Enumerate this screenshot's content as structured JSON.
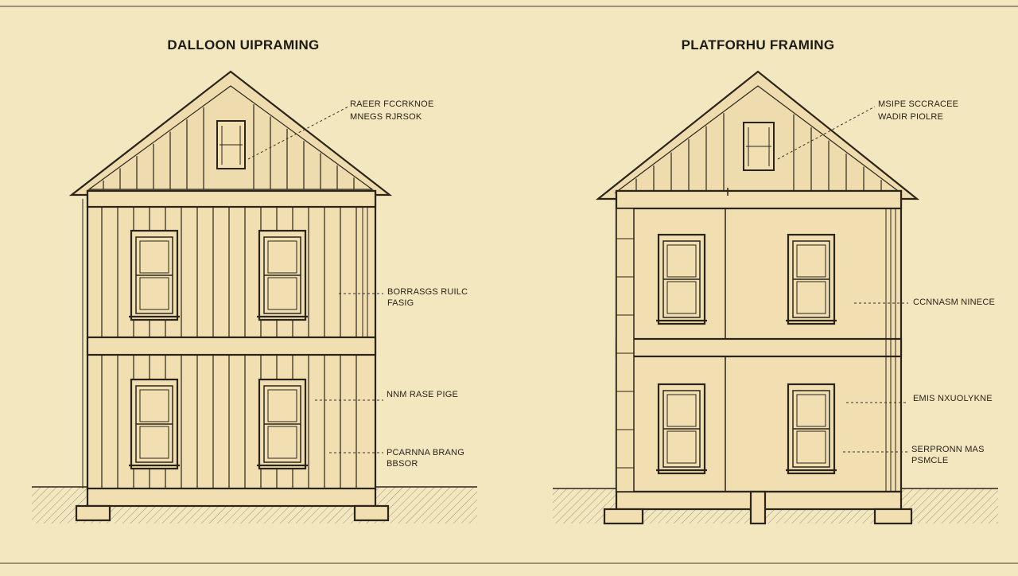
{
  "colors": {
    "paper": "#f3e7c0",
    "ink": "#2b241a",
    "wall_fill": "#f1dfb2",
    "hatch": "#5a4e3a"
  },
  "balloon": {
    "title": "DALLOON UIPRAMING",
    "labels": {
      "gable_line1": "RAEER FCCRKNOE",
      "gable_line2": "MNEGS RJRSOK",
      "mid_line1": "BORRASGS RUILC",
      "mid_line2": "FASIG",
      "lower": "NNM RASE PIGE",
      "sill_line1": "PCARNNA BRANG",
      "sill_line2": "BBSOR"
    }
  },
  "platform": {
    "title": "PLATFORHU FRAMING",
    "labels": {
      "gable_line1": "MSIPE SCCRACEE",
      "gable_line2": "WADIR PIOLRE",
      "mid": "CCNNASM NINECE",
      "lower": "EMIS NXUOLYKNE",
      "sill_line1": "SERPRONN MAS",
      "sill_line2": "PSMCLE"
    }
  }
}
